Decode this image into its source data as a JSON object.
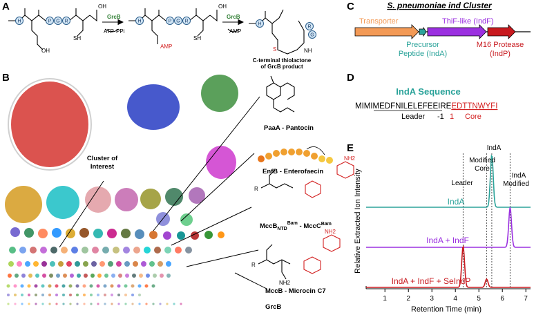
{
  "panels": {
    "a": "A",
    "b": "B",
    "c": "C",
    "d": "D",
    "e": "E"
  },
  "panel_a": {
    "enzyme1": "GrcB",
    "atp": "ATP",
    "ppi": "PPi",
    "enzyme2": "GrcB",
    "amp_out": "AMP",
    "amp_label": "AMP",
    "residue_h": "H",
    "residue_p": "P",
    "residue_g": "G",
    "residue_r": "R",
    "product_caption_1": "C-terminal thiolactone",
    "product_caption_2": "of GrcB product",
    "sh": "SH",
    "s": "S",
    "oh": "OH",
    "nh": "NH"
  },
  "panel_b": {
    "cluster_of_interest_1": "Cluster of",
    "cluster_of_interest_2": "Interest",
    "paaa": "PaaA - Pantocin",
    "enfb": "EnfB - Enterofaecin",
    "mccb_ntd": "MccB",
    "mccb_ntd_sub": "NTD",
    "mccb_ntd_sup": "Bam",
    "mcc_sep": " - MccC",
    "mcc_sup": "Bam",
    "mccb": "MccB - Microcin C7",
    "grcb": "GrcB",
    "r_group": "R",
    "nh2": "NH2"
  },
  "panel_c": {
    "title": "S. pneumoniae ind Cluster",
    "transporter": "Transporter",
    "thif": "ThiF-like (IndF)",
    "precursor_1": "Precursor",
    "precursor_2": "Peptide (IndA)",
    "protease_1": "M16 Protease",
    "protease_2": "(IndP)",
    "colors": {
      "transporter": "#F39A56",
      "precursor": "#2BA39A",
      "thif": "#9B30E0",
      "protease": "#C8191E"
    }
  },
  "panel_d": {
    "title": "IndA Sequence",
    "seq_black": "MIMIMEDFNILELEFEEIRE",
    "seq_red": "EDTTNWYFI",
    "leader": "Leader",
    "minus1": "-1",
    "plus1": "1",
    "core": "Core"
  },
  "panel_e": {
    "ylabel": "Relative Extracted Ion Intensity",
    "xlabel": "Retention Time (min)",
    "marker_leader": "Leader",
    "marker_modified_core_1": "Modified",
    "marker_modified_core_2": "Core",
    "marker_inda": "IndA",
    "marker_inda_mod_1": "IndA",
    "marker_inda_mod_2": "Modified",
    "trace1": "IndA",
    "trace2": "IndA + IndF",
    "trace3": "IndA + IndF + SeIndP"
  },
  "chart_data": {
    "type": "line",
    "xlabel": "Retention Time (min)",
    "ylabel": "Relative Extracted Ion Intensity",
    "xlim": [
      0.2,
      7.2
    ],
    "xticks": [
      "1",
      "2",
      "3",
      "4",
      "5",
      "6",
      "7"
    ],
    "marker_lines_x": [
      4.33,
      5.33,
      5.55,
      6.33
    ],
    "series": [
      {
        "name": "IndA",
        "color": "#2BA39A",
        "peaks": [
          {
            "x": 5.55,
            "height": 1.0
          }
        ]
      },
      {
        "name": "IndA + IndF",
        "color": "#9B30E0",
        "peaks": [
          {
            "x": 6.33,
            "height": 1.0
          }
        ]
      },
      {
        "name": "IndA + IndF + SeIndP",
        "color": "#C8191E",
        "peaks": [
          {
            "x": 4.33,
            "height": 1.0
          },
          {
            "x": 5.33,
            "height": 0.2
          }
        ]
      }
    ]
  }
}
